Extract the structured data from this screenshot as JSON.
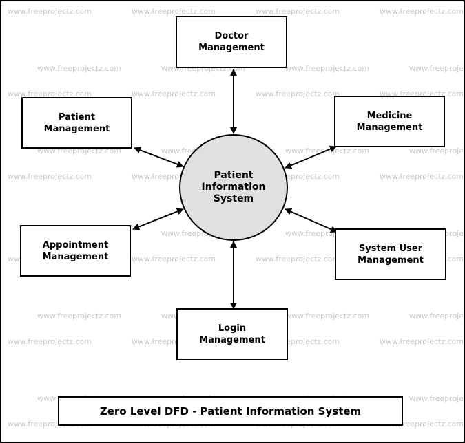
{
  "watermark": "www.freeprojectz.com",
  "process": {
    "label": "Patient\nInformation\nSystem"
  },
  "entities": {
    "doctor": "Doctor\nManagement",
    "patient": "Patient\nManagement",
    "medicine": "Medicine\nManagement",
    "appointment": "Appointment\nManagement",
    "system_user": "System User\nManagement",
    "login": "Login\nManagement"
  },
  "title": "Zero Level DFD - Patient Information System",
  "colors": {
    "process_fill": "#e0e0e0",
    "line": "#000000",
    "watermark": "#c8c8c8"
  }
}
